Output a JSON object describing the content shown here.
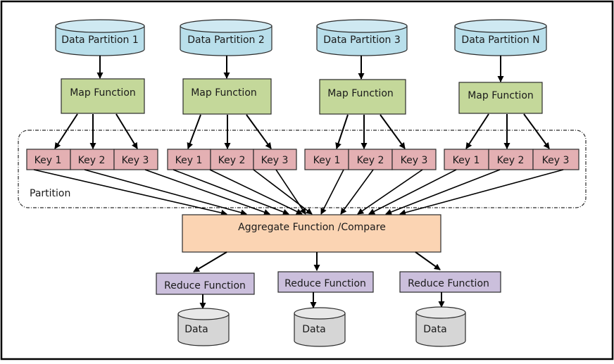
{
  "data_partitions": [
    "Data Partition 1",
    "Data Partition 2",
    "Data Partition 3",
    "Data Partition N"
  ],
  "map_function_label": "Map Function",
  "key_labels": [
    "Key 1",
    "Key 2",
    "Key 3"
  ],
  "partition_label": "Partition",
  "aggregate_label": "Aggregate Function /Compare",
  "reduce_function_label": "Reduce Function",
  "data_store_label": "Data",
  "colors": {
    "data_partition": "#b9dfeb",
    "map_function": "#c4d89a",
    "key": "#e4b0b3",
    "aggregate": "#fbd4b3",
    "reduce_function": "#cbbfdc",
    "data_store": "#d6d6d6"
  }
}
